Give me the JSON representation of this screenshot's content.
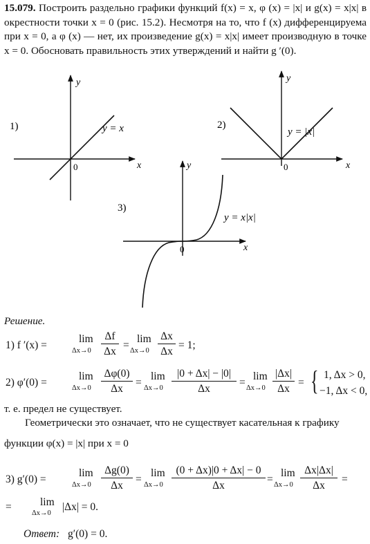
{
  "problem": {
    "number": "15.079.",
    "text": "Построить раздельно графики функций f(x) = x, φ (x) = |x| и g(x) = x|x| в окрестности точки x = 0 (рис. 15.2). Несмотря на то, что f (x) дифференцируема при x = 0, а φ (x) — нет, их произведение g(x) = x|x| имеет производную в точке x = 0. Обосновать правильность этих утверждений и найти g ′(0)."
  },
  "figures": {
    "fig1": {
      "number": "1)",
      "label": "y = x",
      "x_axis": "x",
      "y_axis": "y",
      "origin": "0"
    },
    "fig2": {
      "number": "2)",
      "label": "y = |x|",
      "x_axis": "x",
      "y_axis": "y",
      "origin": "0"
    },
    "fig3": {
      "number": "3)",
      "label": "y = x|x|",
      "x_axis": "x",
      "y_axis": "y",
      "origin": "0"
    }
  },
  "solution": {
    "heading": "Решение.",
    "line1": {
      "prefix": "1)  f ′(x) =",
      "lim1": "lim",
      "sub1": "Δx→0",
      "num1": "Δf",
      "den1": "Δx",
      "eq": "=",
      "lim2": "lim",
      "sub2": "Δx→0",
      "num2": "Δx",
      "den2": "Δx",
      "result": "= 1;"
    },
    "line2": {
      "prefix": "2)  φ′(0) =",
      "lim1": "lim",
      "sub1": "Δx→0",
      "num1": "Δφ(0)",
      "den1": "Δx",
      "eq1": "=",
      "lim2": "lim",
      "sub2": "Δx→0",
      "num2": "|0 + Δx| − |0|",
      "den2": "Δx",
      "eq2": "=",
      "lim3": "lim",
      "sub3": "Δx→0",
      "num3": "|Δx|",
      "den3": "Δx",
      "eq3": "=",
      "case1": "1, Δx > 0,",
      "case2": "−1, Δx < 0,"
    },
    "text1": "т. е. предел не существует.",
    "text2": "Геометрически это означает, что не существует касательная к графику",
    "text3": "функции  φ(x) = |x|  при x = 0",
    "line3": {
      "prefix": "3)  g′(0) =",
      "lim1": "lim",
      "sub1": "Δx→0",
      "num1": "Δg(0)",
      "den1": "Δx",
      "eq1": "=",
      "lim2": "lim",
      "sub2": "Δx→0",
      "num2": "(0 + Δx)|0 + Δx| − 0",
      "den2": "Δx",
      "eq2": "=",
      "lim3": "lim",
      "sub3": "Δx→0",
      "num3": "Δx|Δx|",
      "den3": "Δx",
      "eq3": "="
    },
    "line4": {
      "prefix": "=",
      "lim": "lim",
      "sub": "Δx→0",
      "expr": "|Δx| = 0."
    },
    "answer_label": "Ответ:",
    "answer": "g′(0) = 0."
  }
}
